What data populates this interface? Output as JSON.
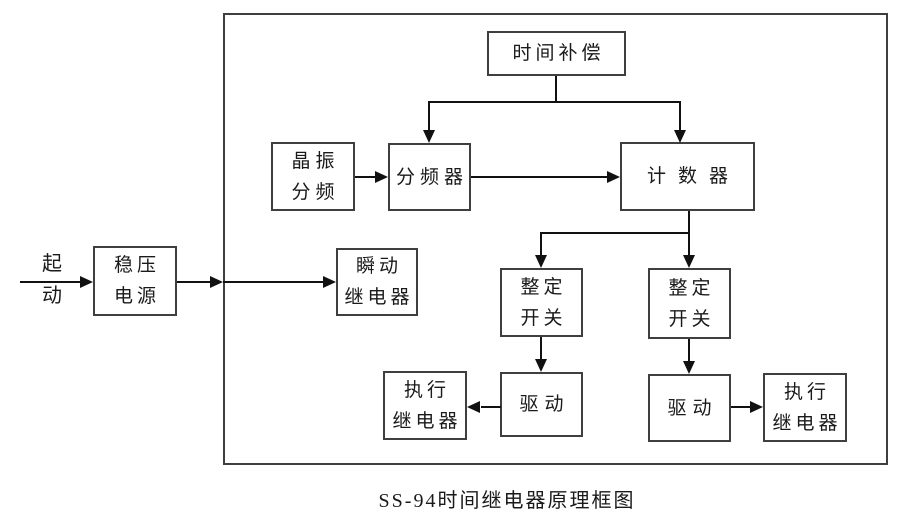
{
  "colors": {
    "line": "#111111",
    "box-border": "#3f3f3f",
    "text": "#1a1a1a",
    "bg": "#ffffff"
  },
  "caption": "SS-94时间继电器原理框图",
  "start": {
    "line1": "起",
    "line2": "动"
  },
  "nodes": {
    "time_compensation": {
      "label": "时间补偿"
    },
    "crystal_divider": {
      "line1": "晶振",
      "line2": "分频"
    },
    "frequency_divider": {
      "label": "分频器"
    },
    "counter": {
      "label": "计数器"
    },
    "power_supply": {
      "line1": "稳压",
      "line2": "电源"
    },
    "instant_relay": {
      "line1": "瞬动",
      "line2": "继电器"
    },
    "setting_switch_left": {
      "line1": "整定",
      "line2": "开关"
    },
    "setting_switch_right": {
      "line1": "整定",
      "line2": "开关"
    },
    "drive_left": {
      "label": "驱动"
    },
    "drive_right": {
      "label": "驱动"
    },
    "exec_relay_left": {
      "line1": "执行",
      "line2": "继电器"
    },
    "exec_relay_right": {
      "line1": "执行",
      "line2": "继电器"
    }
  }
}
